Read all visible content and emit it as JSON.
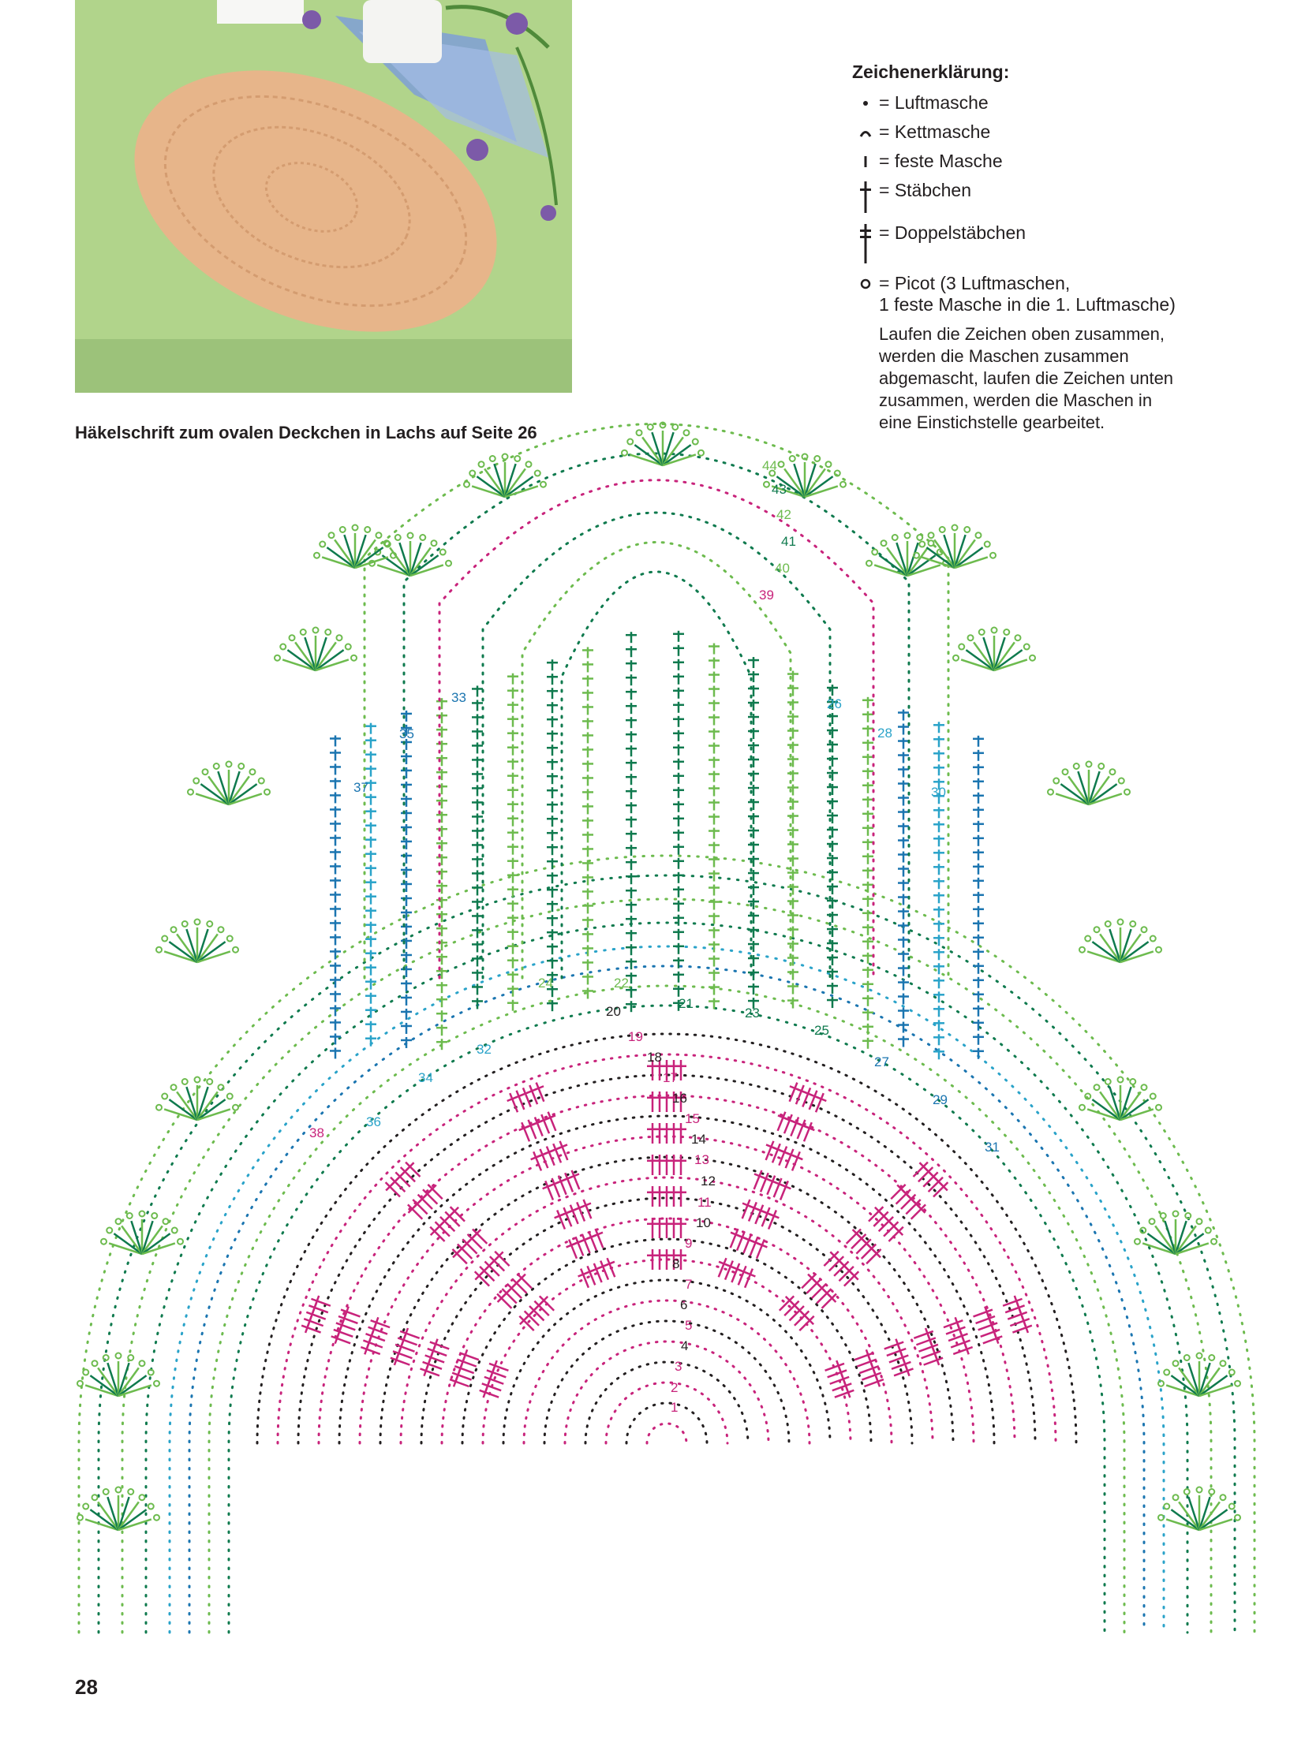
{
  "legend": {
    "title": "Zeichenerklärung:",
    "items": [
      {
        "icon": "chain-stitch-icon",
        "label": "= Luftmasche"
      },
      {
        "icon": "slip-stitch-icon",
        "label": "= Kettmasche"
      },
      {
        "icon": "single-crochet-icon",
        "label": "= feste Masche"
      },
      {
        "icon": "double-crochet-icon",
        "label": "= Stäbchen"
      },
      {
        "icon": "treble-crochet-icon",
        "label": "= Doppelstäbchen"
      },
      {
        "icon": "picot-icon",
        "label": "= Picot (3 Luftmaschen,\n1 feste Masche in die 1. Luftmasche)"
      }
    ],
    "note": "Laufen die Zeichen oben zusammen,\nwerden die Maschen zusammen\nabgemascht, laufen die Zeichen unten\nzusammen, werden die Maschen in\neine Einstichstelle gearbeitet."
  },
  "caption": "Häkelschrift zum ovalen Deckchen in Lachs auf Seite 26",
  "page_number": "28",
  "colors": {
    "black": "#231f20",
    "magenta": "#c8237b",
    "dark_green": "#0f7a4e",
    "light_green": "#6dbb4e",
    "blue": "#1b75b0",
    "cyan": "#2aa3c9",
    "photo_bg": "#b1d48b",
    "doily": "#e7b58a"
  },
  "rounds": [
    {
      "n": "1",
      "color": "magenta"
    },
    {
      "n": "2",
      "color": "magenta"
    },
    {
      "n": "3",
      "color": "magenta"
    },
    {
      "n": "4",
      "color": "black"
    },
    {
      "n": "5",
      "color": "magenta"
    },
    {
      "n": "6",
      "color": "black"
    },
    {
      "n": "7",
      "color": "magenta"
    },
    {
      "n": "8",
      "color": "black"
    },
    {
      "n": "9",
      "color": "magenta"
    },
    {
      "n": "10",
      "color": "black"
    },
    {
      "n": "11",
      "color": "magenta"
    },
    {
      "n": "12",
      "color": "black"
    },
    {
      "n": "13",
      "color": "magenta"
    },
    {
      "n": "14",
      "color": "black"
    },
    {
      "n": "15",
      "color": "magenta"
    },
    {
      "n": "16",
      "color": "black"
    },
    {
      "n": "17",
      "color": "magenta"
    },
    {
      "n": "18",
      "color": "black"
    },
    {
      "n": "19",
      "color": "magenta"
    },
    {
      "n": "20",
      "color": "black"
    },
    {
      "n": "21",
      "color": "dark_green"
    },
    {
      "n": "22",
      "color": "light_green"
    },
    {
      "n": "23",
      "color": "dark_green"
    },
    {
      "n": "24",
      "color": "light_green"
    },
    {
      "n": "25",
      "color": "dark_green"
    },
    {
      "n": "26",
      "color": "cyan"
    },
    {
      "n": "27",
      "color": "blue"
    },
    {
      "n": "28",
      "color": "cyan"
    },
    {
      "n": "29",
      "color": "blue"
    },
    {
      "n": "30",
      "color": "cyan"
    },
    {
      "n": "31",
      "color": "blue"
    },
    {
      "n": "32",
      "color": "cyan"
    },
    {
      "n": "33",
      "color": "blue"
    },
    {
      "n": "34",
      "color": "cyan"
    },
    {
      "n": "35",
      "color": "blue"
    },
    {
      "n": "36",
      "color": "cyan"
    },
    {
      "n": "37",
      "color": "blue"
    },
    {
      "n": "38",
      "color": "magenta"
    },
    {
      "n": "39",
      "color": "magenta"
    },
    {
      "n": "40",
      "color": "light_green"
    },
    {
      "n": "41",
      "color": "dark_green"
    },
    {
      "n": "42",
      "color": "light_green"
    },
    {
      "n": "43",
      "color": "dark_green"
    },
    {
      "n": "44",
      "color": "light_green"
    }
  ]
}
